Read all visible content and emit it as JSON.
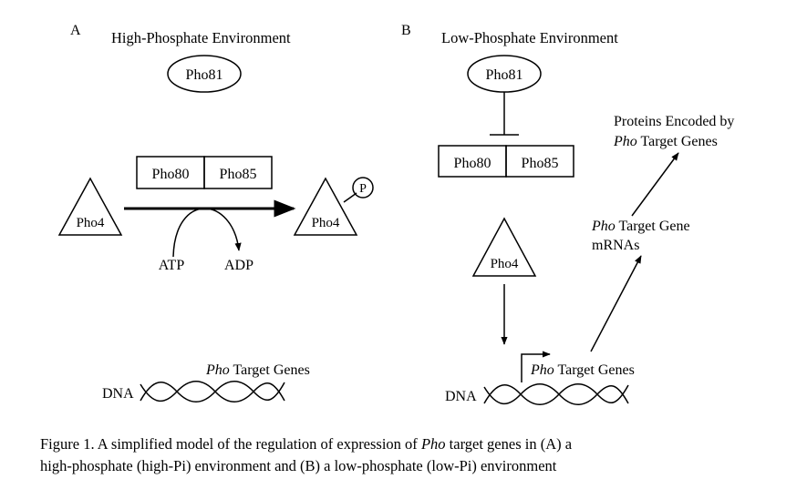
{
  "panel_a": {
    "letter": "A",
    "title": "High-Phosphate Environment",
    "pho81": "Pho81",
    "pho80": "Pho80",
    "pho85": "Pho85",
    "pho4_left": "Pho4",
    "pho4_right": "Pho4",
    "phosphate": "P",
    "atp": "ATP",
    "adp": "ADP",
    "dna": "DNA",
    "genes_italic": "Pho",
    "genes_rest": " Target Genes"
  },
  "panel_b": {
    "letter": "B",
    "title": "Low-Phosphate Environment",
    "pho81": "Pho81",
    "pho80": "Pho80",
    "pho85": "Pho85",
    "pho4": "Pho4",
    "dna": "DNA",
    "genes_italic": "Pho",
    "genes_rest": " Target Genes",
    "mrna_line1_italic": "Pho",
    "mrna_line1_rest": " Target Gene",
    "mrna_line2": "mRNAs",
    "proteins_line1": "Proteins Encoded by",
    "proteins_line2_italic": "Pho",
    "proteins_line2_rest": " Target Genes"
  },
  "caption": {
    "part1": "Figure 1. A simplified model of the regulation of expression of ",
    "italic": "Pho",
    "part2": " target genes in (A) a",
    "line2": "high-phosphate (high-Pi) environment and (B) a low-phosphate (low-Pi) environment"
  }
}
